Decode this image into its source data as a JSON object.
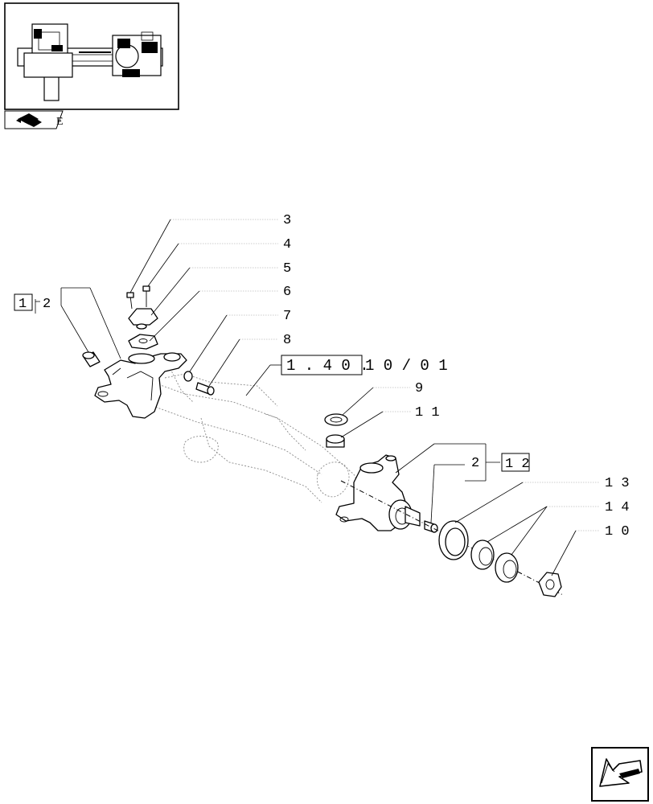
{
  "page_id_label": "E",
  "callouts": {
    "c1": "1",
    "c2a": "2",
    "c3": "3",
    "c4": "4",
    "c5": "5",
    "c6": "6",
    "c7": "7",
    "c8": "8",
    "c9": "9",
    "c11": "1 1",
    "c2b": "2",
    "c12": "1 2",
    "c13": "1 3",
    "c14": "1 4",
    "c10": "1 0"
  },
  "reference": {
    "boxed": "1 . 4 0 .",
    "rest": "1 0 / 0 1"
  },
  "icons": {
    "thumbnail": "axle-overview-thumbnail",
    "book_icon": "book-page-icon",
    "nav_arrow": "previous-page-arrow-icon"
  }
}
